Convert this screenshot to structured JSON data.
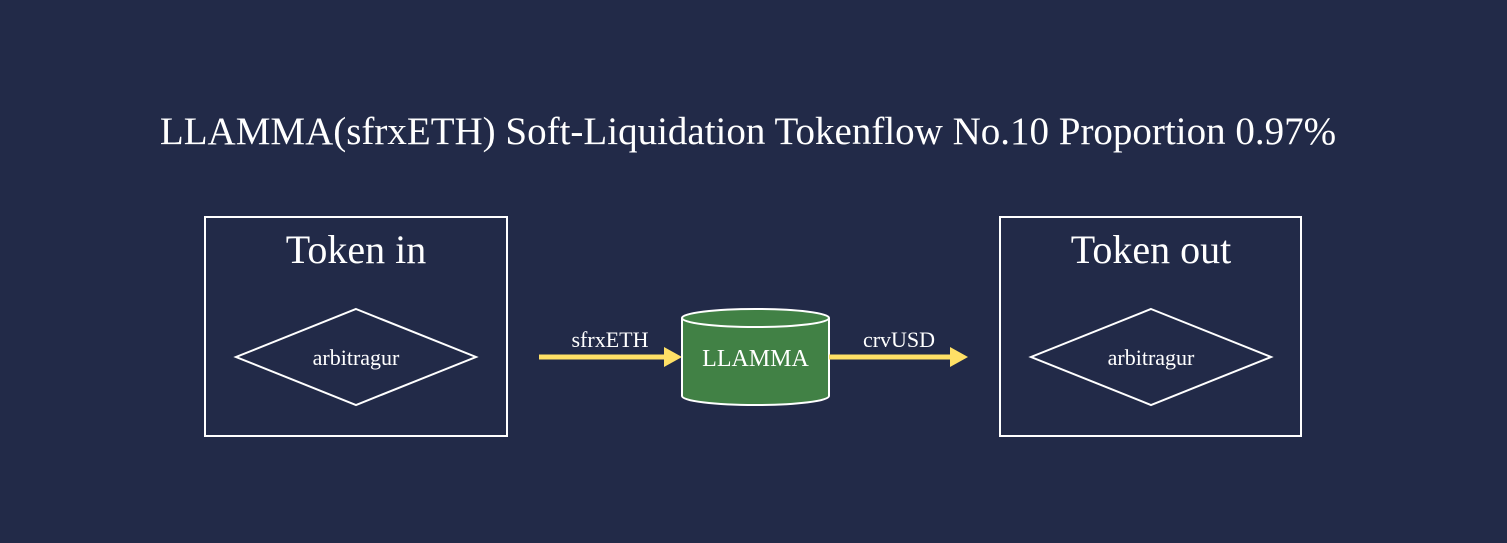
{
  "title": "LLAMMA(sfrxETH) Soft-Liquidation Tokenflow No.10 Proportion 0.97%",
  "clusters": {
    "token_in": {
      "label": "Token in",
      "node": "arbitragur"
    },
    "token_out": {
      "label": "Token out",
      "node": "arbitragur"
    }
  },
  "pool": {
    "label": "LLAMMA"
  },
  "edges": {
    "in": {
      "label": "sfrxETH"
    },
    "out": {
      "label": "crvUSD"
    }
  },
  "colors": {
    "background": "#222a48",
    "foreground": "#ffffff",
    "pool_fill": "#418145",
    "edge": "#ffe066"
  }
}
